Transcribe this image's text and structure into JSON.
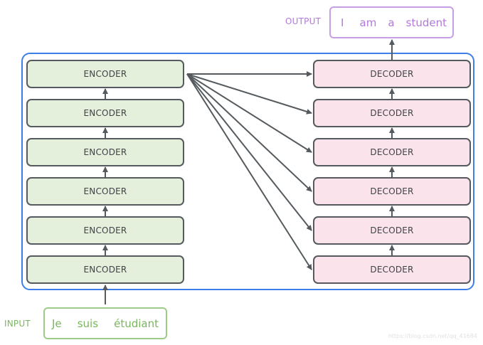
{
  "input": {
    "label": "INPUT",
    "words": [
      "Je",
      "suis",
      "étudiant"
    ]
  },
  "output": {
    "label": "OUTPUT",
    "words": [
      "I",
      "am",
      "a",
      "student"
    ]
  },
  "encoders": [
    "ENCODER",
    "ENCODER",
    "ENCODER",
    "ENCODER",
    "ENCODER",
    "ENCODER"
  ],
  "decoders": [
    "DECODER",
    "DECODER",
    "DECODER",
    "DECODER",
    "DECODER",
    "DECODER"
  ],
  "watermark": "https://blog.csdn.net/qq_41684",
  "colors": {
    "encoder_fill": "#e4efdc",
    "decoder_fill": "#fbe3ec",
    "block_border": "#555a5e",
    "container_border": "#3d7fe8",
    "input_color": "#7ab65e",
    "output_color": "#b27ad8"
  }
}
